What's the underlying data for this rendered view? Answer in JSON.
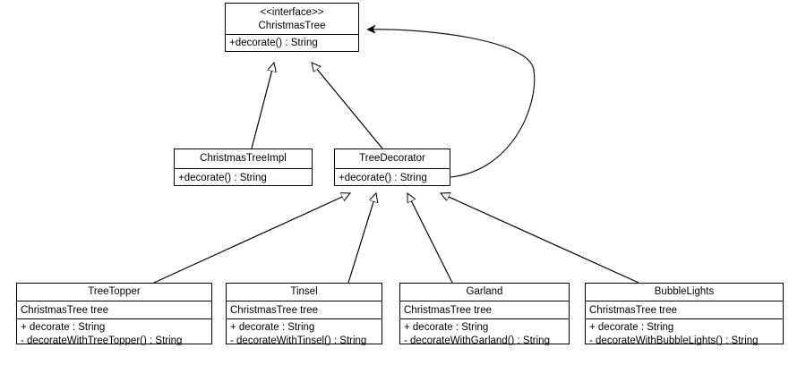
{
  "diagram": {
    "title": "ChristmasTree Decorator Pattern Class Diagram",
    "background_color": "#ffffff",
    "line_color": "#000000",
    "text_color": "#000000",
    "classes": [
      {
        "id": "christmastree",
        "stereotype": "<<interface>>",
        "name": "ChristmasTree",
        "attributes": [],
        "operations": [
          "+decorate() : String"
        ]
      },
      {
        "id": "christmastreeimpl",
        "stereotype": "",
        "name": "ChristmasTreeImpl",
        "attributes": [],
        "operations": [
          "+decorate() : String"
        ]
      },
      {
        "id": "treedecorator",
        "stereotype": "",
        "name": "TreeDecorator",
        "attributes": [],
        "operations": [
          "+decorate() : String"
        ]
      },
      {
        "id": "treetopper",
        "stereotype": "",
        "name": "TreeTopper",
        "attributes": [
          "ChristmasTree tree"
        ],
        "operations": [
          "+ decorate : String",
          "- decorateWithTreeTopper() : String"
        ]
      },
      {
        "id": "tinsel",
        "stereotype": "",
        "name": "Tinsel",
        "attributes": [
          "ChristmasTree tree"
        ],
        "operations": [
          "+ decorate : String",
          "- decorateWithTinsel() : String"
        ]
      },
      {
        "id": "garland",
        "stereotype": "",
        "name": "Garland",
        "attributes": [
          "ChristmasTree tree"
        ],
        "operations": [
          "+ decorate : String",
          "- decorateWithGarland() : String"
        ]
      },
      {
        "id": "bubblelights",
        "stereotype": "",
        "name": "BubbleLights",
        "attributes": [
          "ChristmasTree tree"
        ],
        "operations": [
          "+ decorate : String",
          "- decorateWithBubbleLights() : String"
        ]
      }
    ],
    "relationships": [
      {
        "from": "christmastreeimpl",
        "to": "christmastree",
        "type": "realization-hollow-triangle"
      },
      {
        "from": "treedecorator",
        "to": "christmastree",
        "type": "realization-hollow-triangle"
      },
      {
        "from": "treedecorator",
        "to": "christmastree",
        "type": "association-solid-arrow"
      },
      {
        "from": "treetopper",
        "to": "treedecorator",
        "type": "generalization-hollow-triangle"
      },
      {
        "from": "tinsel",
        "to": "treedecorator",
        "type": "generalization-hollow-triangle"
      },
      {
        "from": "garland",
        "to": "treedecorator",
        "type": "generalization-hollow-triangle"
      },
      {
        "from": "bubblelights",
        "to": "treedecorator",
        "type": "generalization-hollow-triangle"
      }
    ]
  }
}
